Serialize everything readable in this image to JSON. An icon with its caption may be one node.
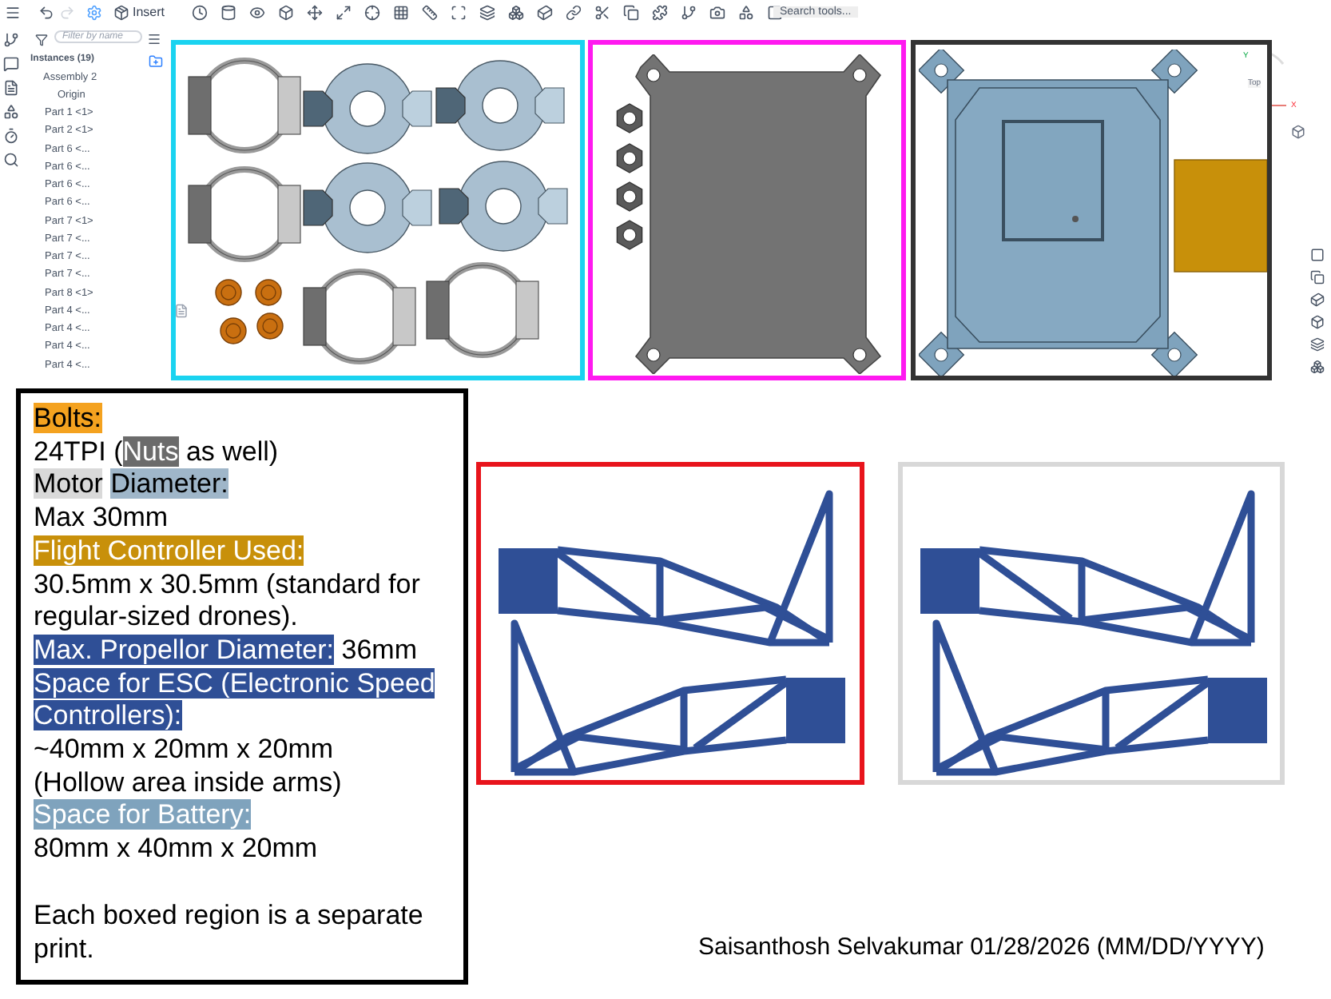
{
  "diagram": {
    "nodes": [
      {
        "text": [],
        "shape": "box"
      },
      {
        "text": [],
        "shape": "box"
      },
      {
        "text": [],
        "shape": "box"
      },
      {
        "text": [
          "Bolts:",
          "24TPI (",
          "Nuts",
          "as well)",
          "Motor",
          "Diameter:",
          "Max 30mm",
          "Flight Controller Used:",
          "30.5mm x 30.5mm (standard for regular-sized drones).",
          "Max. Propellor Diameter:",
          "36mm",
          "Space for ESC (Electronic Speed Controllers):",
          "~40mm x 20mm x 20mm",
          "(Hollow area inside arms)",
          "Space for Battery:",
          "80mm x 40mm x 20mm",
          "Each boxed region is a separate print."
        ]
      },
      {
        "text": [],
        "shape": "box"
      },
      {
        "text": [],
        "shape": "box"
      }
    ],
    "labels": [
      "Insert",
      "Search tools...",
      "Filter by name",
      "Instances (19)",
      "Assembly 2",
      "Origin",
      "Part 1 <1>",
      "Part 2 <1>",
      "Part 6 <...",
      "Part 6 <...",
      "Part 6 <...",
      "Part 6 <...",
      "Part 7 <1>",
      "Part 7 <...",
      "Part 7 <...",
      "Part 7 <...",
      "Part 8 <1>",
      "Part 4 <...",
      "Part 4 <...",
      "Part 4 <...",
      "Part 4 <...",
      "Y",
      "X",
      "Top",
      "Saisanthosh Selvakumar 01/28/2026 (MM/DD/YYYY)"
    ]
  }
}
